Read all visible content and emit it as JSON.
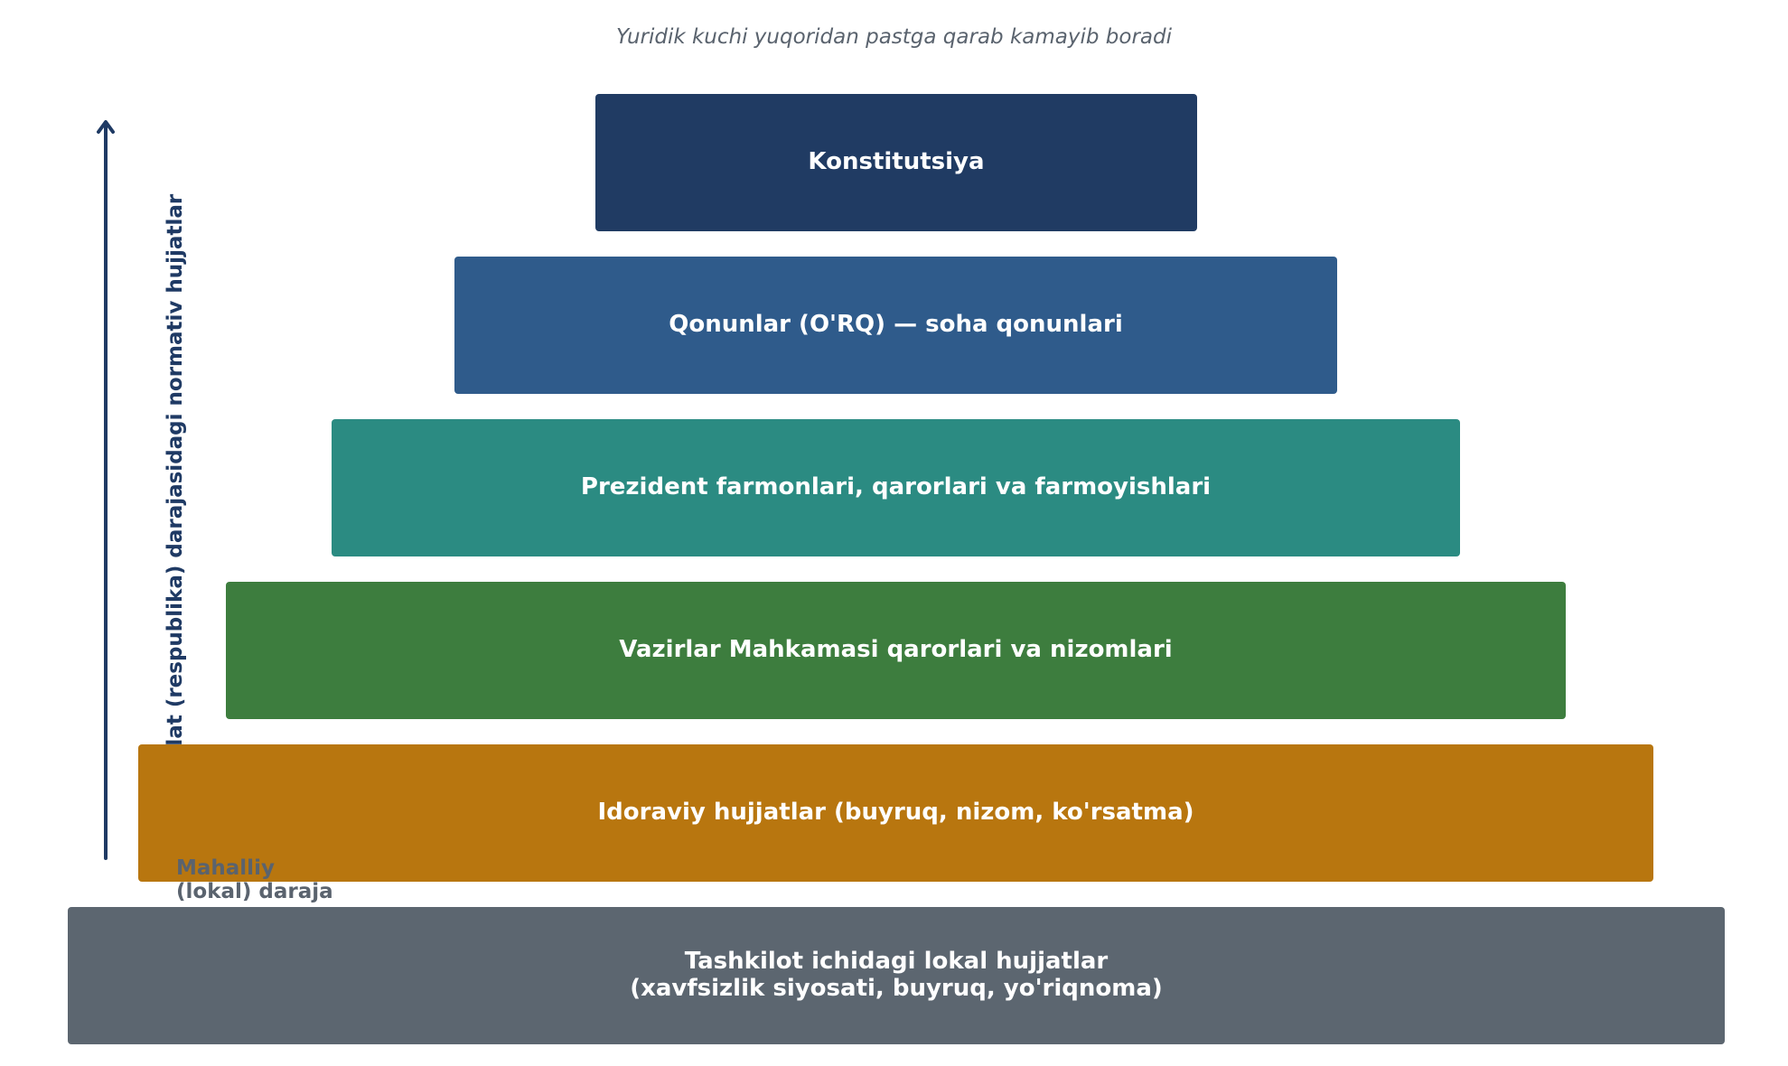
{
  "caption": "Yuridik kuchi yuqoridan pastga qarab kamayib boradi",
  "levels": [
    {
      "label": "Konstitutsiya",
      "color": "#203b63"
    },
    {
      "label": "Qonunlar (O'RQ) — soha qonunlari",
      "color": "#2f5b8b"
    },
    {
      "label": "Prezident farmonlari, qarorlari va farmoyishlari",
      "color": "#2b8b82"
    },
    {
      "label": "Vazirlar Mahkamasi qarorlari va nizomlari",
      "color": "#3d7d3e"
    },
    {
      "label": "Idoraviy hujjatlar (buyruq, nizom, ko'rsatma)",
      "color": "#b8760f"
    },
    {
      "label": "Tashkilot ichidagi lokal hujjatlar\n(xavfsizlik siyosati, buyruq, yo'riqnoma)",
      "color": "#5c6670"
    }
  ],
  "axis": {
    "label": "Davlat (respublika) darajasidagi normativ hujjatlar",
    "color": "#1f3a64"
  },
  "local_label": "Mahalliy\n(lokal) daraja"
}
